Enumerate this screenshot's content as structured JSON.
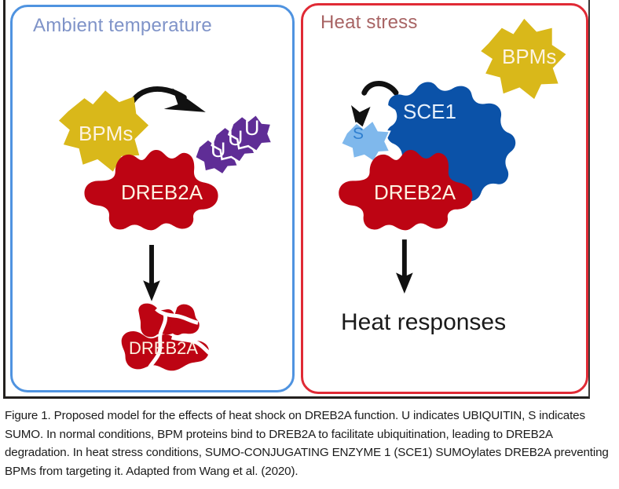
{
  "figure": {
    "caption": "Figure 1. Proposed model for the effects of heat shock on DREB2A function. U indicates UBIQUITIN, S indicates SUMO. In normal conditions, BPM proteins bind to DREB2A to facilitate ubiquitination, leading to DREB2A degradation. In heat stress conditions, SUMO-CONJUGATING ENZYME 1 (SCE1) SUMOylates DREB2A preventing BPMs from targeting it. Adapted from Wang et al. (2020)."
  },
  "colors": {
    "ambient_border": "#4f93e0",
    "heat_border": "#e02a35",
    "ambient_title": "#7f93c8",
    "heat_title": "#a86464",
    "bpm_yellow": "#d9b81a",
    "dreb2a_red": "#bd0413",
    "sce1_blue": "#0b52a8",
    "ubiquitin_purple": "#5f2d96",
    "sumo_blue": "#7fb8ec",
    "sumo_letter": "#2f7fd0",
    "arrow_black": "#111111",
    "protein_label_text": "#fdf3e2"
  },
  "panels": {
    "ambient": {
      "title": "Ambient temperature",
      "bpms_label": "BPMs",
      "dreb2a_label": "DREB2A",
      "degraded_dreb2a_label": "DREB2A",
      "ubiquitin_letters": [
        "U",
        "U",
        "U"
      ],
      "binding_arrow": "curved-arrow-right",
      "degradation_arrow": "down-arrow"
    },
    "heat": {
      "title": "Heat stress",
      "bpms_label": "BPMs",
      "sce1_label": "SCE1",
      "dreb2a_label": "DREB2A",
      "sumo_letter": "S",
      "sumoylation_arrow": "curved-arrow-down-left",
      "response_arrow": "down-arrow",
      "outcome_label": "Heat responses"
    }
  }
}
